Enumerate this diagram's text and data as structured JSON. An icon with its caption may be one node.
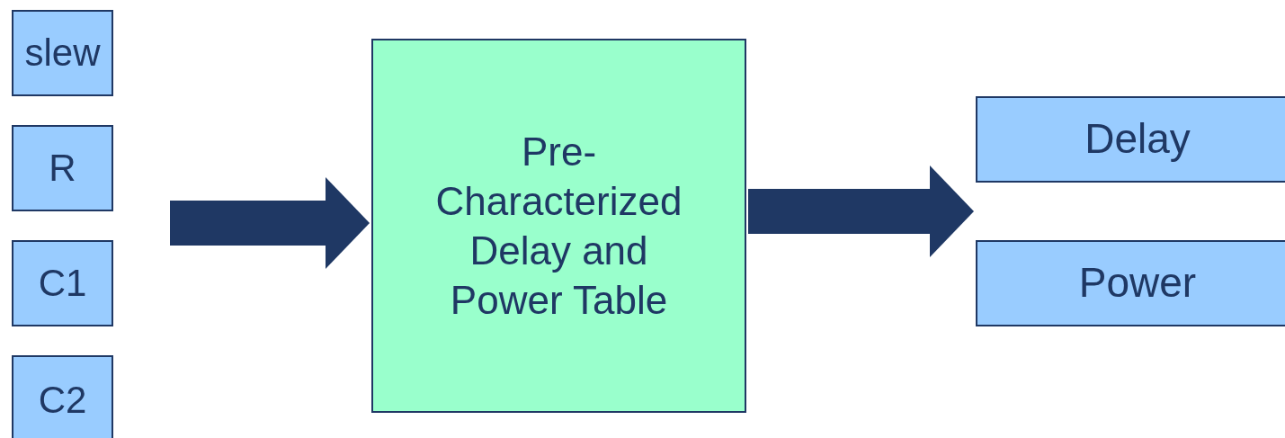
{
  "diagram": {
    "nodes": [
      {
        "text": [
          "slew"
        ]
      },
      {
        "text": [
          "R"
        ]
      },
      {
        "text": [
          "C1"
        ]
      },
      {
        "text": [
          "C2"
        ]
      },
      {
        "text": [
          "Pre-Characterized Delay and Power Table"
        ]
      },
      {
        "text": [
          "Delay"
        ]
      },
      {
        "text": [
          "Power"
        ]
      }
    ],
    "edges": [
      {
        "from": null,
        "to": 4,
        "arrow": "to"
      },
      {
        "from": 4,
        "to": 5,
        "arrow": "to"
      },
      {
        "from": 4,
        "to": 6,
        "arrow": "to"
      }
    ]
  }
}
